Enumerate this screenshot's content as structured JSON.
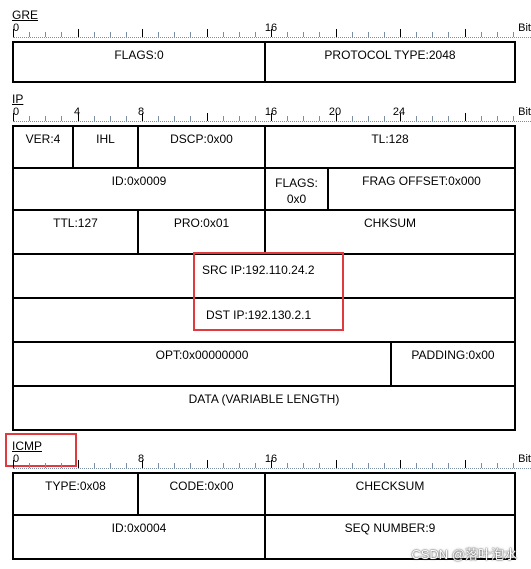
{
  "sections": {
    "gre": {
      "label": "GRE",
      "flags": "FLAGS:0",
      "protocol_type": "PROTOCOL TYPE:2048"
    },
    "ip": {
      "label": "IP",
      "ver": "VER:4",
      "ihl": "IHL",
      "dscp": "DSCP:0x00",
      "tl": "TL:128",
      "id": "ID:0x0009",
      "flags_line1": "FLAGS:",
      "flags_line2": "0x0",
      "frag_offset": "FRAG OFFSET:0x000",
      "ttl": "TTL:127",
      "pro": "PRO:0x01",
      "chksum": "CHKSUM",
      "src_ip": "SRC IP:192.110.24.2",
      "dst_ip": "DST IP:192.130.2.1",
      "opt": "OPT:0x00000000",
      "padding": "PADDING:0x00",
      "data": "DATA (VARIABLE LENGTH)"
    },
    "icmp": {
      "label": "ICMP",
      "type": "TYPE:0x08",
      "code": "CODE:0x00",
      "checksum": "CHECKSUM",
      "id": "ID:0x0004",
      "seq": "SEQ NUMBER:9"
    }
  },
  "rulers": {
    "gre": {
      "ticks": [
        "0",
        "16"
      ],
      "unit": "Bit"
    },
    "ip": {
      "ticks": [
        "0",
        "4",
        "8",
        "16",
        "20",
        "24"
      ],
      "unit": "Bit"
    },
    "icmp": {
      "ticks": [
        "0",
        "8",
        "16"
      ],
      "unit": "Bit"
    }
  },
  "watermark": "CSDN @落叶泡水",
  "colors": {
    "highlight": "#e0393e",
    "border": "#000000"
  }
}
